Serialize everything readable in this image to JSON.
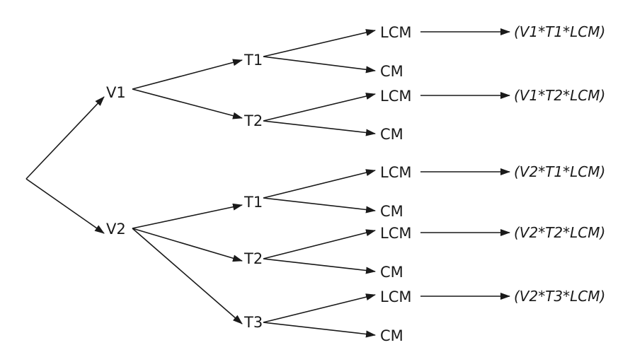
{
  "tree": {
    "v1": {
      "label": "V1",
      "t1": {
        "label": "T1",
        "lcm": "LCM",
        "cm": "CM",
        "result": "(V1*T1*LCM)"
      },
      "t2": {
        "label": "T2",
        "lcm": "LCM",
        "cm": "CM",
        "result": "(V1*T2*LCM)"
      }
    },
    "v2": {
      "label": "V2",
      "t1": {
        "label": "T1",
        "lcm": "LCM",
        "cm": "CM",
        "result": "(V2*T1*LCM)"
      },
      "t2": {
        "label": "T2",
        "lcm": "LCM",
        "cm": "CM",
        "result": "(V2*T2*LCM)"
      },
      "t3": {
        "label": "T3",
        "lcm": "LCM",
        "cm": "CM",
        "result": "(V2*T3*LCM)"
      }
    }
  }
}
